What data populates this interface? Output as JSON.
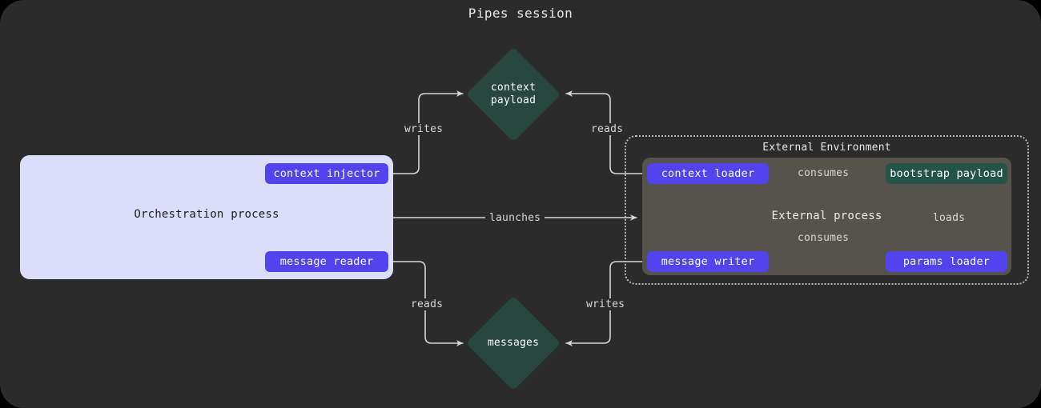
{
  "title": "Pipes session",
  "colors": {
    "canvas_bg": "#2b2b2b",
    "orchestration_panel_bg": "#dcdcfb",
    "external_process_bg": "#56524c",
    "pill_purple": "#5243ee",
    "pill_teal": "#245447",
    "diamond_teal": "#27473f",
    "edge_stroke": "#d8d8d2",
    "dotted_border": "#b9b9b4"
  },
  "orchestration": {
    "label": "Orchestration process",
    "nodes": {
      "context_injector": "context injector",
      "message_reader": "message reader"
    }
  },
  "external_environment": {
    "label": "External Environment",
    "process_label": "External process",
    "nodes": {
      "context_loader": "context loader",
      "message_writer": "message writer",
      "params_loader": "params loader",
      "bootstrap_payload": "bootstrap payload"
    }
  },
  "stores": {
    "context_payload": "context\npayload",
    "messages": "messages"
  },
  "edges": {
    "writes_context": "writes",
    "reads_context": "reads",
    "launches": "launches",
    "reads_messages": "reads",
    "writes_messages": "writes",
    "consumes_context": "consumes",
    "consumes_message": "consumes",
    "loads": "loads"
  }
}
